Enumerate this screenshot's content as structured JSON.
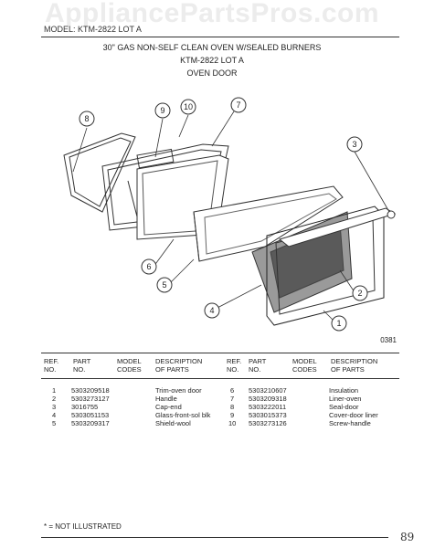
{
  "watermark": "AppliancePartsPros.com",
  "model_label": "MODEL: KTM-2822 LOT A",
  "titles": {
    "line1": "30\" GAS NON-SELF CLEAN OVEN W/SEALED BURNERS",
    "line2": "KTM-2822 LOT A",
    "line3": "OVEN DOOR"
  },
  "figure_number": "0381",
  "callouts": [
    "1",
    "2",
    "3",
    "4",
    "5",
    "6",
    "7",
    "8",
    "9",
    "10"
  ],
  "table_headers": {
    "ref": "REF.\nNO.",
    "part": "PART\nNO.",
    "model": "MODEL\nCODES",
    "desc": "DESCRIPTION\nOF PARTS"
  },
  "parts_left": [
    {
      "ref": "1",
      "part": "5303209518",
      "desc": "Trim-oven door"
    },
    {
      "ref": "2",
      "part": "5303273127",
      "desc": "Handle"
    },
    {
      "ref": "3",
      "part": "3016755",
      "desc": "Cap-end"
    },
    {
      "ref": "4",
      "part": "5303051153",
      "desc": "Glass-front-sol blk"
    },
    {
      "ref": "5",
      "part": "5303209317",
      "desc": "Shield-wool"
    }
  ],
  "parts_right": [
    {
      "ref": "6",
      "part": "5303210607",
      "desc": "Insulation"
    },
    {
      "ref": "7",
      "part": "5303209318",
      "desc": "Liner-oven"
    },
    {
      "ref": "8",
      "part": "5303222011",
      "desc": "Seal-door"
    },
    {
      "ref": "9",
      "part": "5303015373",
      "desc": "Cover-door liner"
    },
    {
      "ref": "10",
      "part": "5303273126",
      "desc": "Screw-handle"
    }
  ],
  "footnote": "* = NOT ILLUSTRATED",
  "page_mark": "89"
}
